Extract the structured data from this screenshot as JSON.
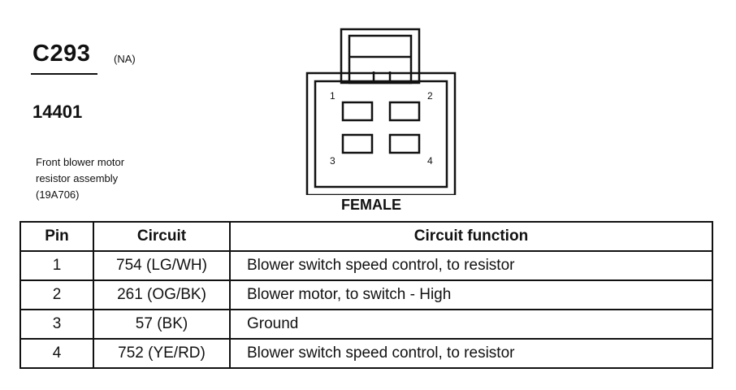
{
  "connector": {
    "id": "C293",
    "region": "(NA)",
    "part_number": "14401",
    "description_lines": [
      "Front blower motor",
      "resistor assembly",
      "(19A706)"
    ],
    "gender": "FEMALE",
    "pin_labels": [
      "1",
      "2",
      "3",
      "4"
    ]
  },
  "table": {
    "headers": [
      "Pin",
      "Circuit",
      "Circuit function"
    ],
    "rows": [
      {
        "pin": "1",
        "circuit": "754 (LG/WH)",
        "function": "Blower switch speed control, to resistor"
      },
      {
        "pin": "2",
        "circuit": "261 (OG/BK)",
        "function": "Blower motor, to switch - High"
      },
      {
        "pin": "3",
        "circuit": "57 (BK)",
        "function": "Ground"
      },
      {
        "pin": "4",
        "circuit": "752 (YE/RD)",
        "function": "Blower switch speed control, to resistor"
      }
    ]
  }
}
